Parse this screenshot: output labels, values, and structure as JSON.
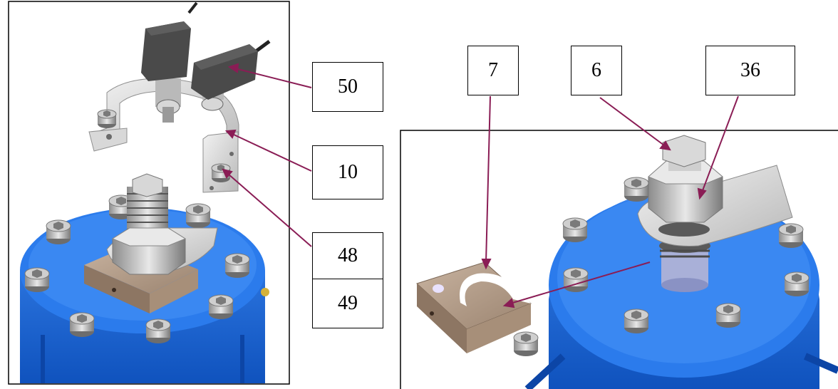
{
  "callouts": {
    "c50": "50",
    "c10": "10",
    "c48": "48",
    "c49": "49",
    "c7": "7",
    "c6": "6",
    "c36": "36"
  },
  "colors": {
    "frame": "#000000",
    "leader": "#8a1d55",
    "housing_blue": "#1f6fe0",
    "housing_dark": "#0d4fb8",
    "steel_light": "#e2e2e2",
    "steel_mid": "#a9a9a9",
    "steel_dark": "#5e5e5e",
    "sensor": "#444444",
    "spacer_brown": "#b29a84"
  }
}
